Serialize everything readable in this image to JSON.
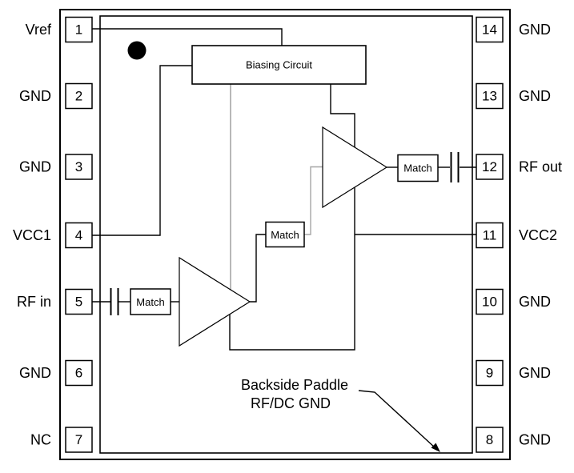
{
  "colors": {
    "ink": "#000000",
    "bias_wire_gray": "#a6a6a6",
    "background": "#ffffff"
  },
  "chip": {
    "left_pins": [
      {
        "num": "1",
        "label": "Vref"
      },
      {
        "num": "2",
        "label": "GND"
      },
      {
        "num": "3",
        "label": "GND"
      },
      {
        "num": "4",
        "label": "VCC1"
      },
      {
        "num": "5",
        "label": "RF in"
      },
      {
        "num": "6",
        "label": "GND"
      },
      {
        "num": "7",
        "label": "NC"
      }
    ],
    "right_pins": [
      {
        "num": "14",
        "label": "GND"
      },
      {
        "num": "13",
        "label": "GND"
      },
      {
        "num": "12",
        "label": "RF out"
      },
      {
        "num": "11",
        "label": "VCC2"
      },
      {
        "num": "10",
        "label": "GND"
      },
      {
        "num": "9",
        "label": "GND"
      },
      {
        "num": "8",
        "label": "GND"
      }
    ],
    "blocks": {
      "biasing": "Biasing Circuit",
      "match": "Match"
    },
    "annotation": {
      "line1": "Backside Paddle",
      "line2": "RF/DC GND"
    }
  }
}
